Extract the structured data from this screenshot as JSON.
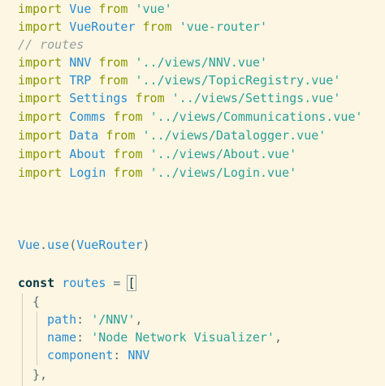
{
  "imports": [
    {
      "name": "Vue",
      "from_kw": "from",
      "source": "'vue'"
    },
    {
      "name": "VueRouter",
      "from_kw": "from",
      "source": "'vue-router'"
    }
  ],
  "comment": "// routes",
  "route_imports": [
    {
      "name": "NNV",
      "source": "'../views/NNV.vue'"
    },
    {
      "name": "TRP",
      "source": "'../views/TopicRegistry.vue'"
    },
    {
      "name": "Settings",
      "source": "'../views/Settings.vue'"
    },
    {
      "name": "Comms",
      "source": "'../views/Communications.vue'"
    },
    {
      "name": "Data",
      "source": "'../views/Datalogger.vue'"
    },
    {
      "name": "About",
      "source": "'../views/About.vue'"
    },
    {
      "name": "Login",
      "source": "'../views/Login.vue'"
    }
  ],
  "keywords": {
    "import": "import",
    "from": "from",
    "const": "const"
  },
  "use_call": {
    "object": "Vue",
    "dot": ".",
    "method": "use",
    "open": "(",
    "arg": "VueRouter",
    "close": ")"
  },
  "routes_decl": {
    "name": "routes",
    "eq": "=",
    "bracket": "["
  },
  "route_object": {
    "open": "{",
    "path_key": "path",
    "path_value": "'/NNV'",
    "name_key": "name",
    "name_value": "'Node Network Visualizer'",
    "component_key": "component",
    "component_value": "NNV",
    "close": "},"
  }
}
